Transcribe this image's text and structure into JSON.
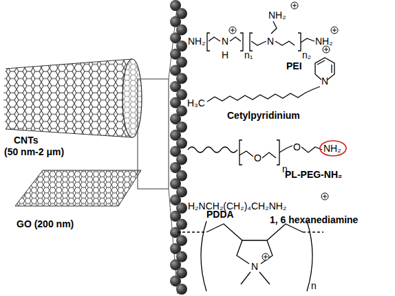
{
  "diagram": {
    "labels": [
      "CNTs",
      "(50 nm-2 μm)",
      "GO (200 nm)",
      "NH₂",
      "NH₂",
      "N",
      "H",
      "n₁",
      "N",
      "n₂",
      "NH₂",
      "PEI",
      "H₃C",
      "N",
      "Cetylpyridinium",
      "O",
      "n",
      "O",
      "NH₂",
      "PL-PEG-NH₂",
      "H₂NCH₂(CH₂)₄CH₂NH₂",
      "1, 6 hexanediamine",
      "PDDA",
      "N",
      "n"
    ]
  }
}
